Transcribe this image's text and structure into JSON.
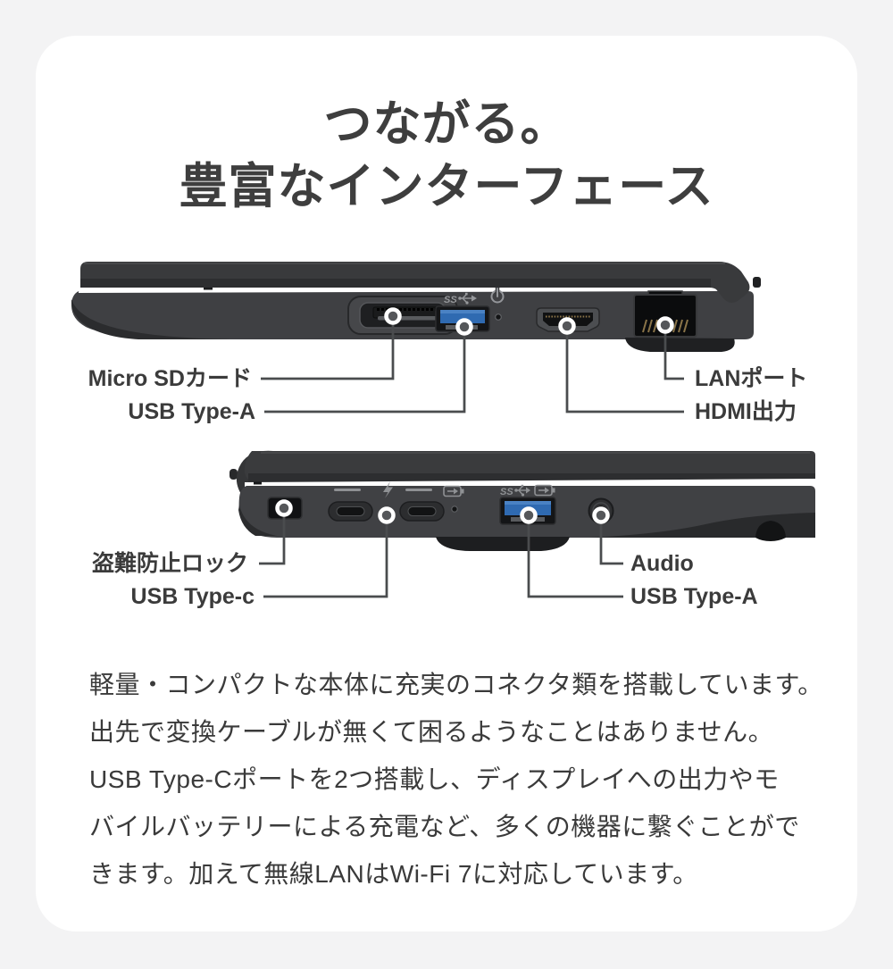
{
  "title": {
    "line1": "つながる。",
    "line2": "豊富なインターフェース"
  },
  "diagram_top": {
    "callouts": [
      {
        "label": "Micro SDカード"
      },
      {
        "label": "USB Type-A"
      },
      {
        "label": "LANポート"
      },
      {
        "label": "HDMI出力"
      }
    ],
    "markings": {
      "usb_superspeed": "SS"
    }
  },
  "diagram_bottom": {
    "callouts": [
      {
        "label": "盗難防止ロック"
      },
      {
        "label": "USB Type-c"
      },
      {
        "label": "Audio"
      },
      {
        "label": "USB Type-A"
      }
    ],
    "markings": {
      "usb_superspeed": "SS"
    }
  },
  "body": {
    "lines": [
      "軽量・コンパクトな本体に充実のコネクタ類を搭載しています。",
      "出先で変換ケーブルが無くて困るようなことはありません。",
      "USB Type-Cポートを2つ搭載し、ディスプレイへの出力やモ",
      "バイルバッテリーによる充電など、多くの機器に繋ぐことがで",
      "きます。加えて無線LANはWi-Fi 7に対応しています。"
    ]
  },
  "colors": {
    "page_bg": "#f3f3f4",
    "card_bg": "#ffffff",
    "title_text": "#3e3e3e",
    "label_text": "#3b3b3b",
    "body_text": "#3a3a3a",
    "callout_line": "#4a4c4e",
    "laptop_body": "#404144",
    "usb_port_blue": "#2f6ab1"
  }
}
